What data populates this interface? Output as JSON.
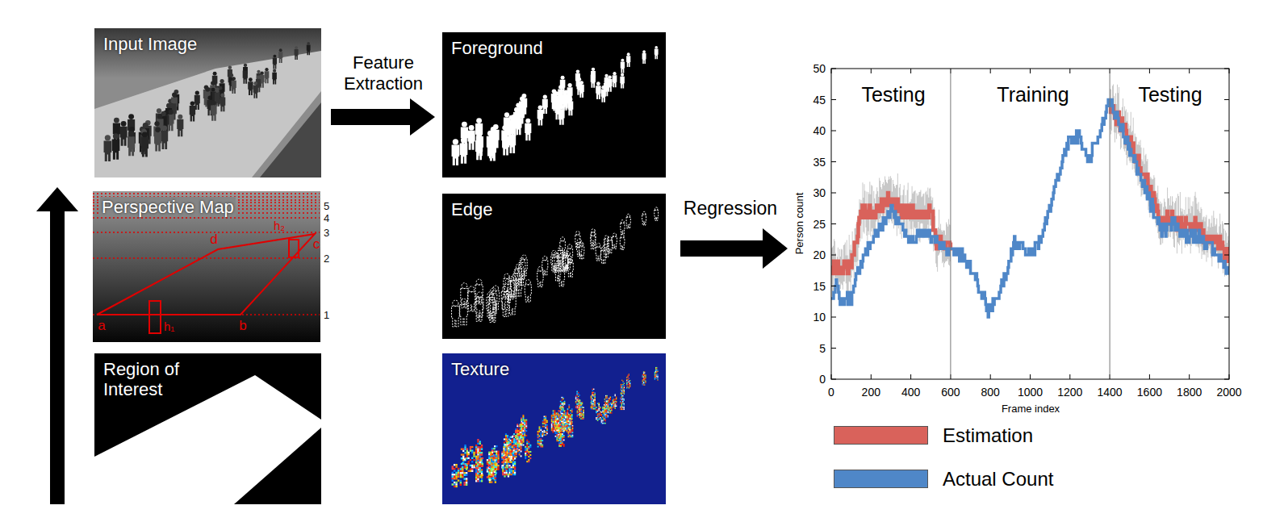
{
  "diagram": {
    "nodes": [
      {
        "text": [
          "Input Image"
        ]
      },
      {
        "text": [
          "Perspective Map"
        ]
      },
      {
        "text": [
          "Region of Interest"
        ]
      },
      {
        "text": [
          "Foreground"
        ]
      },
      {
        "text": [
          "Edge"
        ]
      },
      {
        "text": [
          "Texture"
        ]
      }
    ],
    "edges": [
      {
        "from": 0,
        "to": 3,
        "arrow": "to",
        "label": "Feature Extraction"
      }
    ],
    "labels": [
      "5",
      "4",
      "3",
      "2",
      "1",
      "a",
      "b",
      "c",
      "d",
      "h₁",
      "h₂",
      "Regression",
      "0",
      "5",
      "10",
      "15",
      "20",
      "25",
      "30",
      "35",
      "40",
      "45",
      "50",
      "0",
      "200",
      "400",
      "600",
      "800",
      "1000",
      "1200",
      "1400",
      "1600",
      "1800",
      "2000",
      "Testing",
      "Training",
      "Testing",
      "Person count",
      "Frame index"
    ],
    "legend": [
      {
        "text": "Estimation",
        "color": "#d9625b"
      },
      {
        "text": "Actual Count",
        "color": "#4f87c8"
      }
    ]
  }
}
